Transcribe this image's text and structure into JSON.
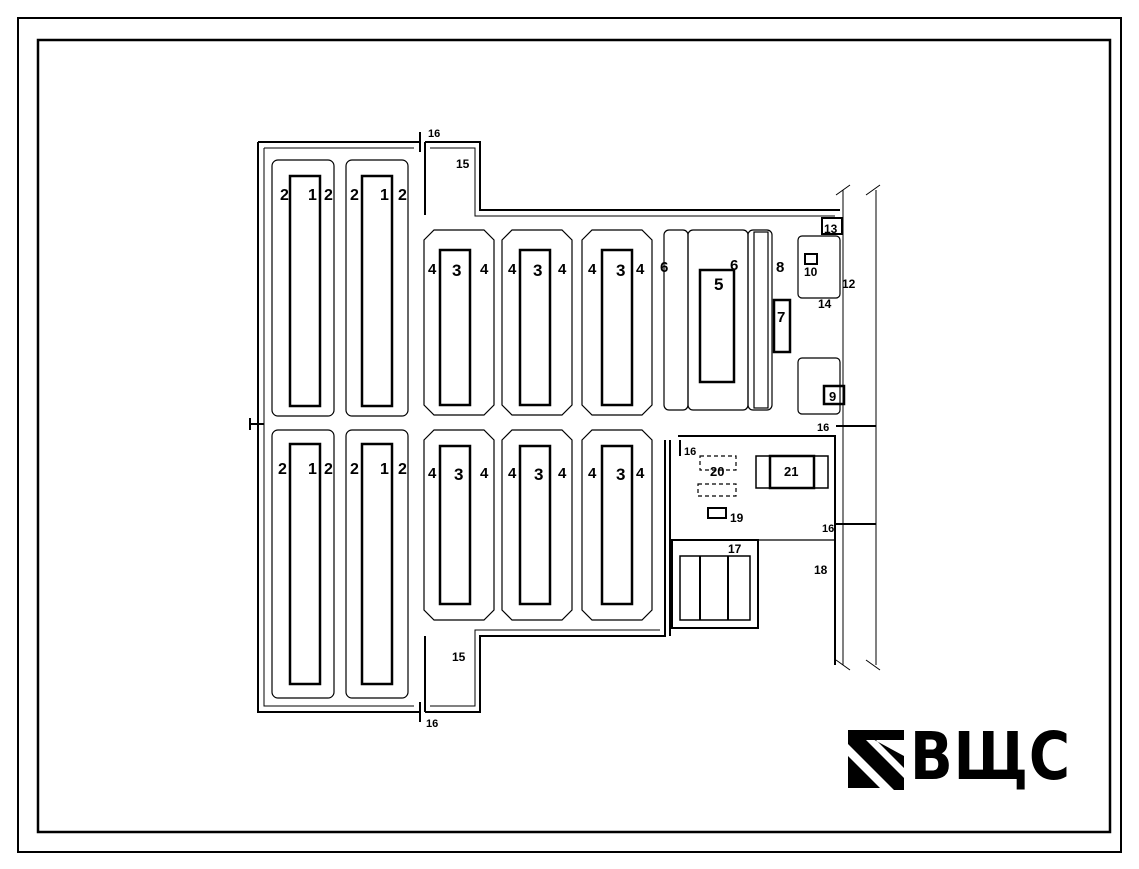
{
  "drawing": {
    "labels": {
      "barn": "1",
      "barn_yard": "2",
      "calf_barn": "3",
      "calf_yard": "4",
      "center_building": "5",
      "center_yard": "6",
      "small_building": "7",
      "small_yard": "8",
      "gate_building": "9",
      "office": "10",
      "checkpoint": "12",
      "entry_block": "13",
      "service_area": "14",
      "pond": "15",
      "gate": "16",
      "storage": "17",
      "field": "18",
      "scale": "19",
      "tank": "20",
      "silo": "21"
    }
  },
  "logo": {
    "text": "ВЩС"
  }
}
